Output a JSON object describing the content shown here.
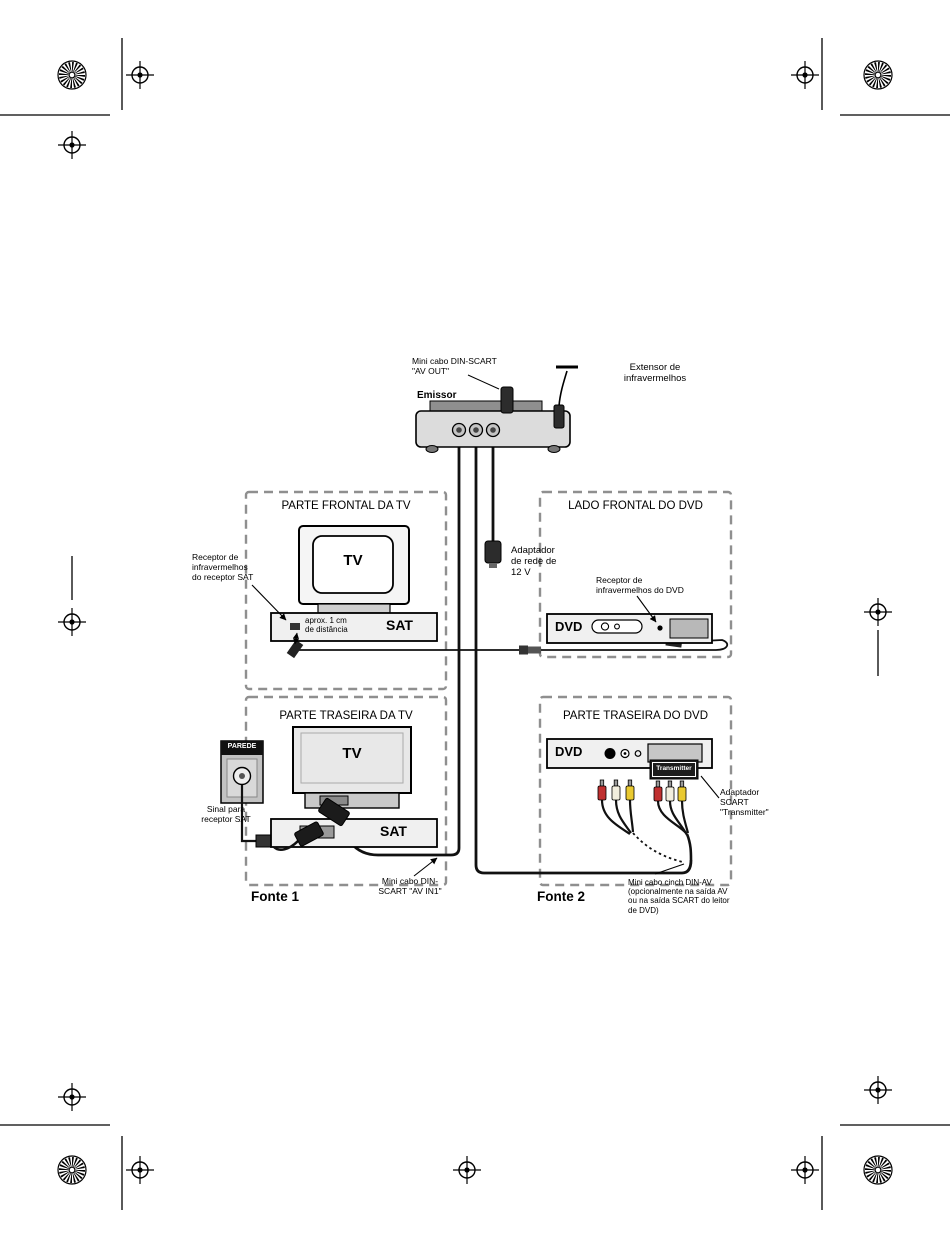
{
  "diagram": {
    "emitter": {
      "label": "Emissor"
    },
    "labels": {
      "av_out": "Mini cabo DIN-SCART\n\"AV OUT\"",
      "ir_extender": "Extensor de\ninfravermelhos",
      "power_adapter": "Adaptador\nde rede de\n12 V",
      "sat_ir": "Receptor de\ninfravermelhos\ndo receptor SAT",
      "approx_distance": "aprox. 1 cm\nde distância",
      "dvd_ir": "Receptor de\ninfravermelhos do DVD",
      "wall_signal": "Sinal para\nreceptor SAT",
      "av_in1": "Mini cabo DIN-\nSCART \"AV IN1\"",
      "scart_adapter": "Adaptador\nSCART\n\"Transmitter\"",
      "cinch_cable": "Mini cabo cinch DIN-AV\n(opcionalmente na saída AV\nou na saída SCART do leitor\nde DVD)"
    },
    "boxes": {
      "tv_front": {
        "title": "PARTE FRONTAL DA TV",
        "tv": "TV",
        "sat": "SAT"
      },
      "dvd_front": {
        "title": "LADO FRONTAL DO DVD",
        "dvd": "DVD"
      },
      "tv_rear": {
        "title": "PARTE TRASEIRA DA TV",
        "tv": "TV",
        "sat": "SAT",
        "wall": "PAREDE",
        "source": "Fonte 1"
      },
      "dvd_rear": {
        "title": "PARTE TRASEIRA DO DVD",
        "dvd": "DVD",
        "transmitter": "Transmitter",
        "source": "Fonte 2"
      }
    },
    "colors": {
      "rca_red": "#c03030",
      "rca_white": "#f2eede",
      "rca_yellow": "#e9c930"
    }
  }
}
